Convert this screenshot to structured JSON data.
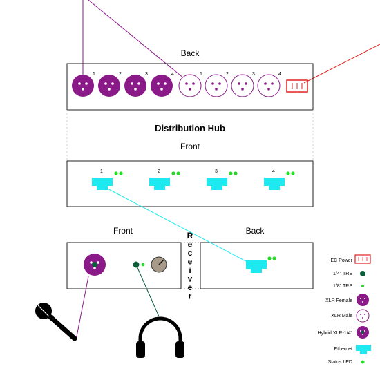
{
  "hub": {
    "back_label": "Back",
    "title": "Distribution Hub",
    "front_label": "Front",
    "xlr_female_numbers": [
      "1",
      "2",
      "3",
      "4"
    ],
    "xlr_male_numbers": [
      "1",
      "2",
      "3",
      "4"
    ],
    "ethernet_numbers": [
      "1",
      "2",
      "3",
      "4"
    ]
  },
  "receiver": {
    "front_label": "Front",
    "back_label": "Back",
    "title_letters": [
      "R",
      "e",
      "c",
      "e",
      "i",
      "v",
      "e",
      "r"
    ]
  },
  "legend": {
    "iec_power": "IEC Power",
    "trs_quarter": "1/4\" TRS",
    "trs_eighth": "1/8\" TRS",
    "xlr_female": "XLR Female",
    "xlr_male": "XLR Male",
    "hybrid": "Hybrid XLR-1/4\"",
    "ethernet": "Ethernet",
    "status_led": "Status LED"
  },
  "colors": {
    "purple": "#8b1a89",
    "cyan": "#1ee8f0",
    "led_green": "#22dd22",
    "trs_green": "#0b5e3a",
    "power_red": "#e02020",
    "knob": "#a89a88"
  },
  "icons": [
    "microphone-icon",
    "headphones-icon"
  ]
}
